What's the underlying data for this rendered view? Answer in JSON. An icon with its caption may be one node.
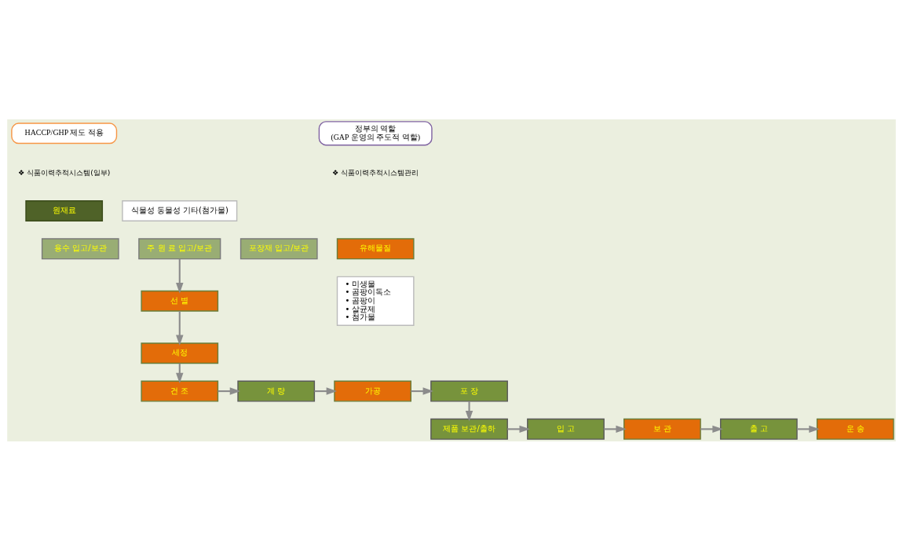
{
  "diagram": {
    "nodes": [
      {
        "text": [
          "HACCP/GHP 제도 적용"
        ],
        "beside": [
          "❖ 식품이력추적시스템(일부)"
        ]
      },
      {
        "text": [
          "정부의 역할",
          "(GAP 운영의 주도적 역할)"
        ],
        "beside": [
          "❖ 식품이력추적시스템관리"
        ]
      },
      {
        "text": [
          "원재료"
        ]
      },
      {
        "text": [
          "식물성 동물성 기타(첨가물)"
        ]
      },
      {
        "text": [
          "용수 입고/보관"
        ]
      },
      {
        "text": [
          "주 원 료 입고/보관"
        ]
      },
      {
        "text": [
          "포장재 입고/보관"
        ]
      },
      {
        "text": [
          "유해물질"
        ]
      },
      {
        "text": [
          "• 미생물",
          "• 곰팡이독소",
          "• 곰팡이",
          "• 살균제",
          "• 첨가물"
        ]
      },
      {
        "text": [
          "선 별"
        ]
      },
      {
        "text": [
          "세정"
        ]
      },
      {
        "text": [
          "건 조"
        ]
      },
      {
        "text": [
          "계 량"
        ]
      },
      {
        "text": [
          "가공"
        ]
      },
      {
        "text": [
          "포 장"
        ]
      },
      {
        "text": [
          "제품 보관/출하"
        ]
      },
      {
        "text": [
          "입 고"
        ]
      },
      {
        "text": [
          "보 관"
        ]
      },
      {
        "text": [
          "출 고"
        ]
      },
      {
        "text": [
          "운 송"
        ]
      }
    ],
    "edges": [
      {
        "from": 5,
        "to": 9,
        "arrow": "to"
      },
      {
        "from": 9,
        "to": 10,
        "arrow": "to"
      },
      {
        "from": 10,
        "to": 11,
        "arrow": "to"
      },
      {
        "from": 11,
        "to": 12,
        "arrow": "to"
      },
      {
        "from": 12,
        "to": 13,
        "arrow": "to"
      },
      {
        "from": 13,
        "to": 14,
        "arrow": "to"
      },
      {
        "from": 14,
        "to": 15,
        "arrow": "to"
      },
      {
        "from": 15,
        "to": 16,
        "arrow": "to"
      },
      {
        "from": 16,
        "to": 17,
        "arrow": "to"
      },
      {
        "from": 17,
        "to": 18,
        "arrow": "to"
      },
      {
        "from": 18,
        "to": 19,
        "arrow": "to"
      }
    ]
  }
}
